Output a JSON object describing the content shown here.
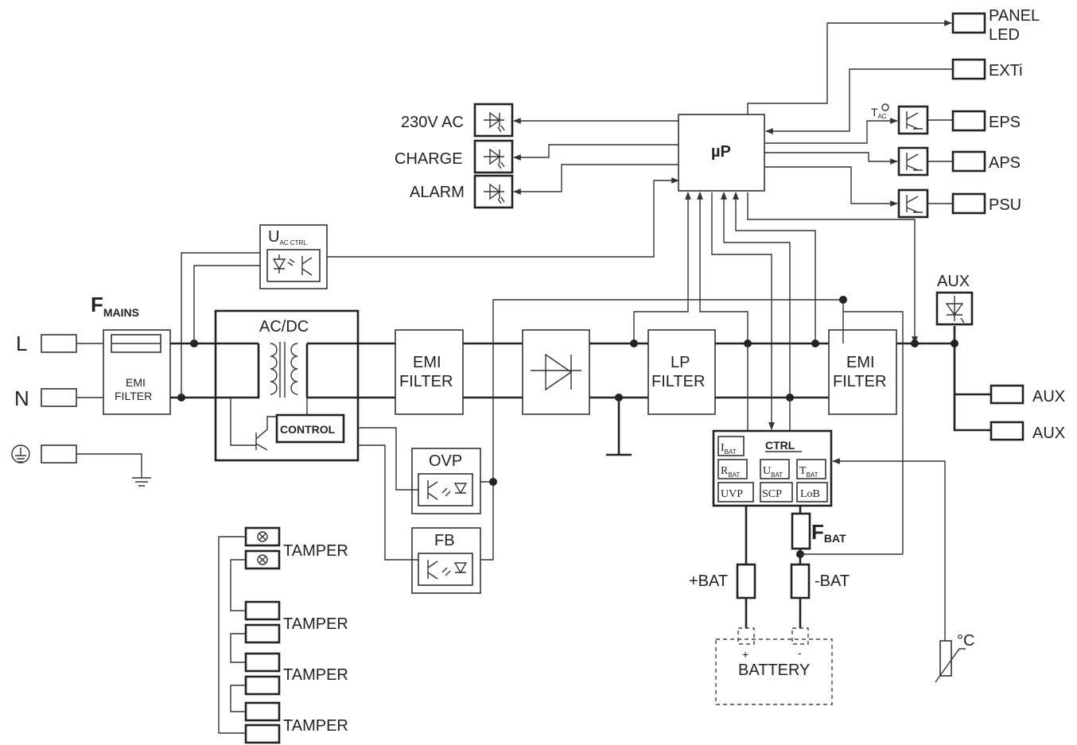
{
  "labels": {
    "L": "L",
    "N": "N",
    "fmains_main": "F",
    "fmains_sub": "MAINS",
    "emi_in_1": "EMI",
    "emi_in_2": "FILTER",
    "acdc": "AC/DC",
    "control": "CONTROL",
    "uac_main": "U",
    "uac_sub": "AC CTRL",
    "emi1_1": "EMI",
    "emi1_2": "FILTER",
    "lp_1": "LP",
    "lp_2": "FILTER",
    "emi2_1": "EMI",
    "emi2_2": "FILTER",
    "ovp": "OVP",
    "fb": "FB",
    "up": "µP",
    "ind_230": "230V AC",
    "ind_charge": "CHARGE",
    "ind_alarm": "ALARM",
    "panel_1": "PANEL",
    "panel_2": "LED",
    "exti": "EXTi",
    "eps": "EPS",
    "aps": "APS",
    "psu": "PSU",
    "tac_main": "T",
    "tac_sub": "AC",
    "aux_top": "AUX",
    "aux_1": "AUX",
    "aux_2": "AUX",
    "ctrl": "CTRL",
    "ibat_main": "I",
    "ibat_sub": "BAT",
    "rbat_main": "R",
    "rbat_sub": "BAT",
    "ubat_main": "U",
    "ubat_sub": "BAT",
    "tbat_main": "T",
    "tbat_sub": "BAT",
    "uvp": "UVP",
    "scp": "SCP",
    "lob": "LoB",
    "fbat_main": "F",
    "fbat_sub": "BAT",
    "pbat": "+BAT",
    "nbat": "-BAT",
    "plus": "+",
    "minus": "-",
    "battery": "BATTERY",
    "degc": "°C",
    "tamper_1": "TAMPER",
    "tamper_2": "TAMPER",
    "tamper_3": "TAMPER",
    "tamper_4": "TAMPER"
  }
}
